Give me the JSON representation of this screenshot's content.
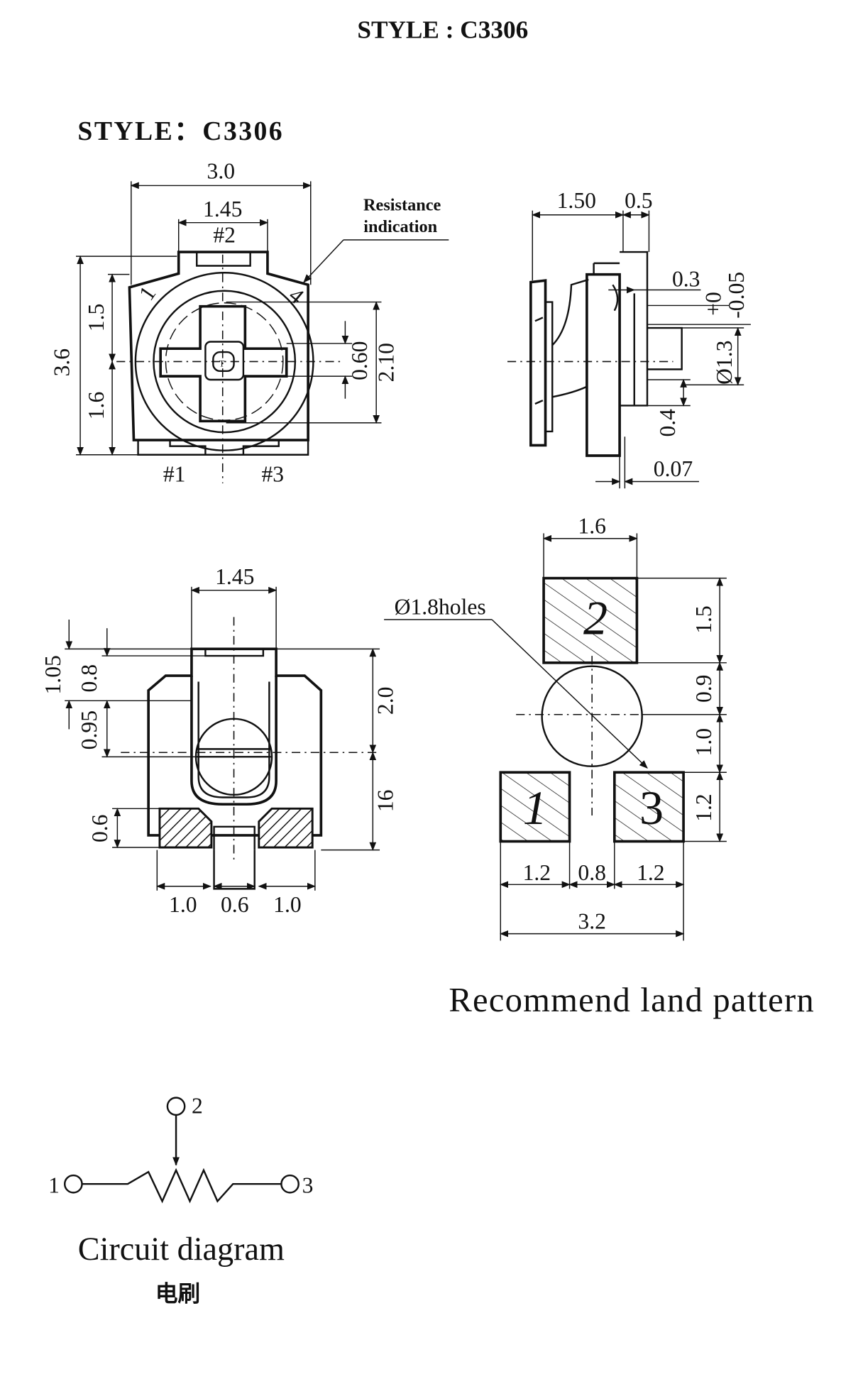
{
  "titles": {
    "top": "STYLE : C3306",
    "drawing": "STYLE：C3306"
  },
  "front_view": {
    "dim_width": "3.0",
    "dim_slot": "1.45",
    "pin2": "#2",
    "pin1": "#1",
    "pin3": "#3",
    "dim_height": "3.6",
    "dim_upper": "1.5",
    "dim_lower": "1.6",
    "dim_hole": "0.60",
    "dim_rotor": "2.10",
    "mark1": "1",
    "mark4": "4",
    "resistance_line1": "Resistance",
    "resistance_line2": "indication"
  },
  "side_view": {
    "dim_a": "1.50",
    "dim_b": "0.5",
    "dim_c": "0.3",
    "tol_plus": "+0",
    "tol_minus": "-0.05",
    "dim_shaft": "Ø1.3",
    "dim_d": "0.4",
    "dim_e": "0.07"
  },
  "bottom_view": {
    "dim_top": "1.45",
    "dim_105": "1.05",
    "dim_08": "0.8",
    "dim_095": "0.95",
    "dim_06": "0.6",
    "dim_20": "2.0",
    "dim_16": "16",
    "dim_b1": "1.0",
    "dim_b2": "0.6",
    "dim_b3": "1.0"
  },
  "land_pattern": {
    "dim_top": "1.6",
    "holes": "Ø1.8holes",
    "dim_r1": "1.5",
    "dim_r2": "0.9",
    "dim_r3": "1.0",
    "dim_r4": "1.2",
    "dim_b1": "1.2",
    "dim_b2": "0.8",
    "dim_b3": "1.2",
    "dim_total": "3.2",
    "pad1": "1",
    "pad2": "2",
    "pad3": "3",
    "caption": "Recommend land pattern"
  },
  "circuit": {
    "t1": "1",
    "t2": "2",
    "t3": "3",
    "caption": "Circuit diagram",
    "sub": "电刷"
  }
}
